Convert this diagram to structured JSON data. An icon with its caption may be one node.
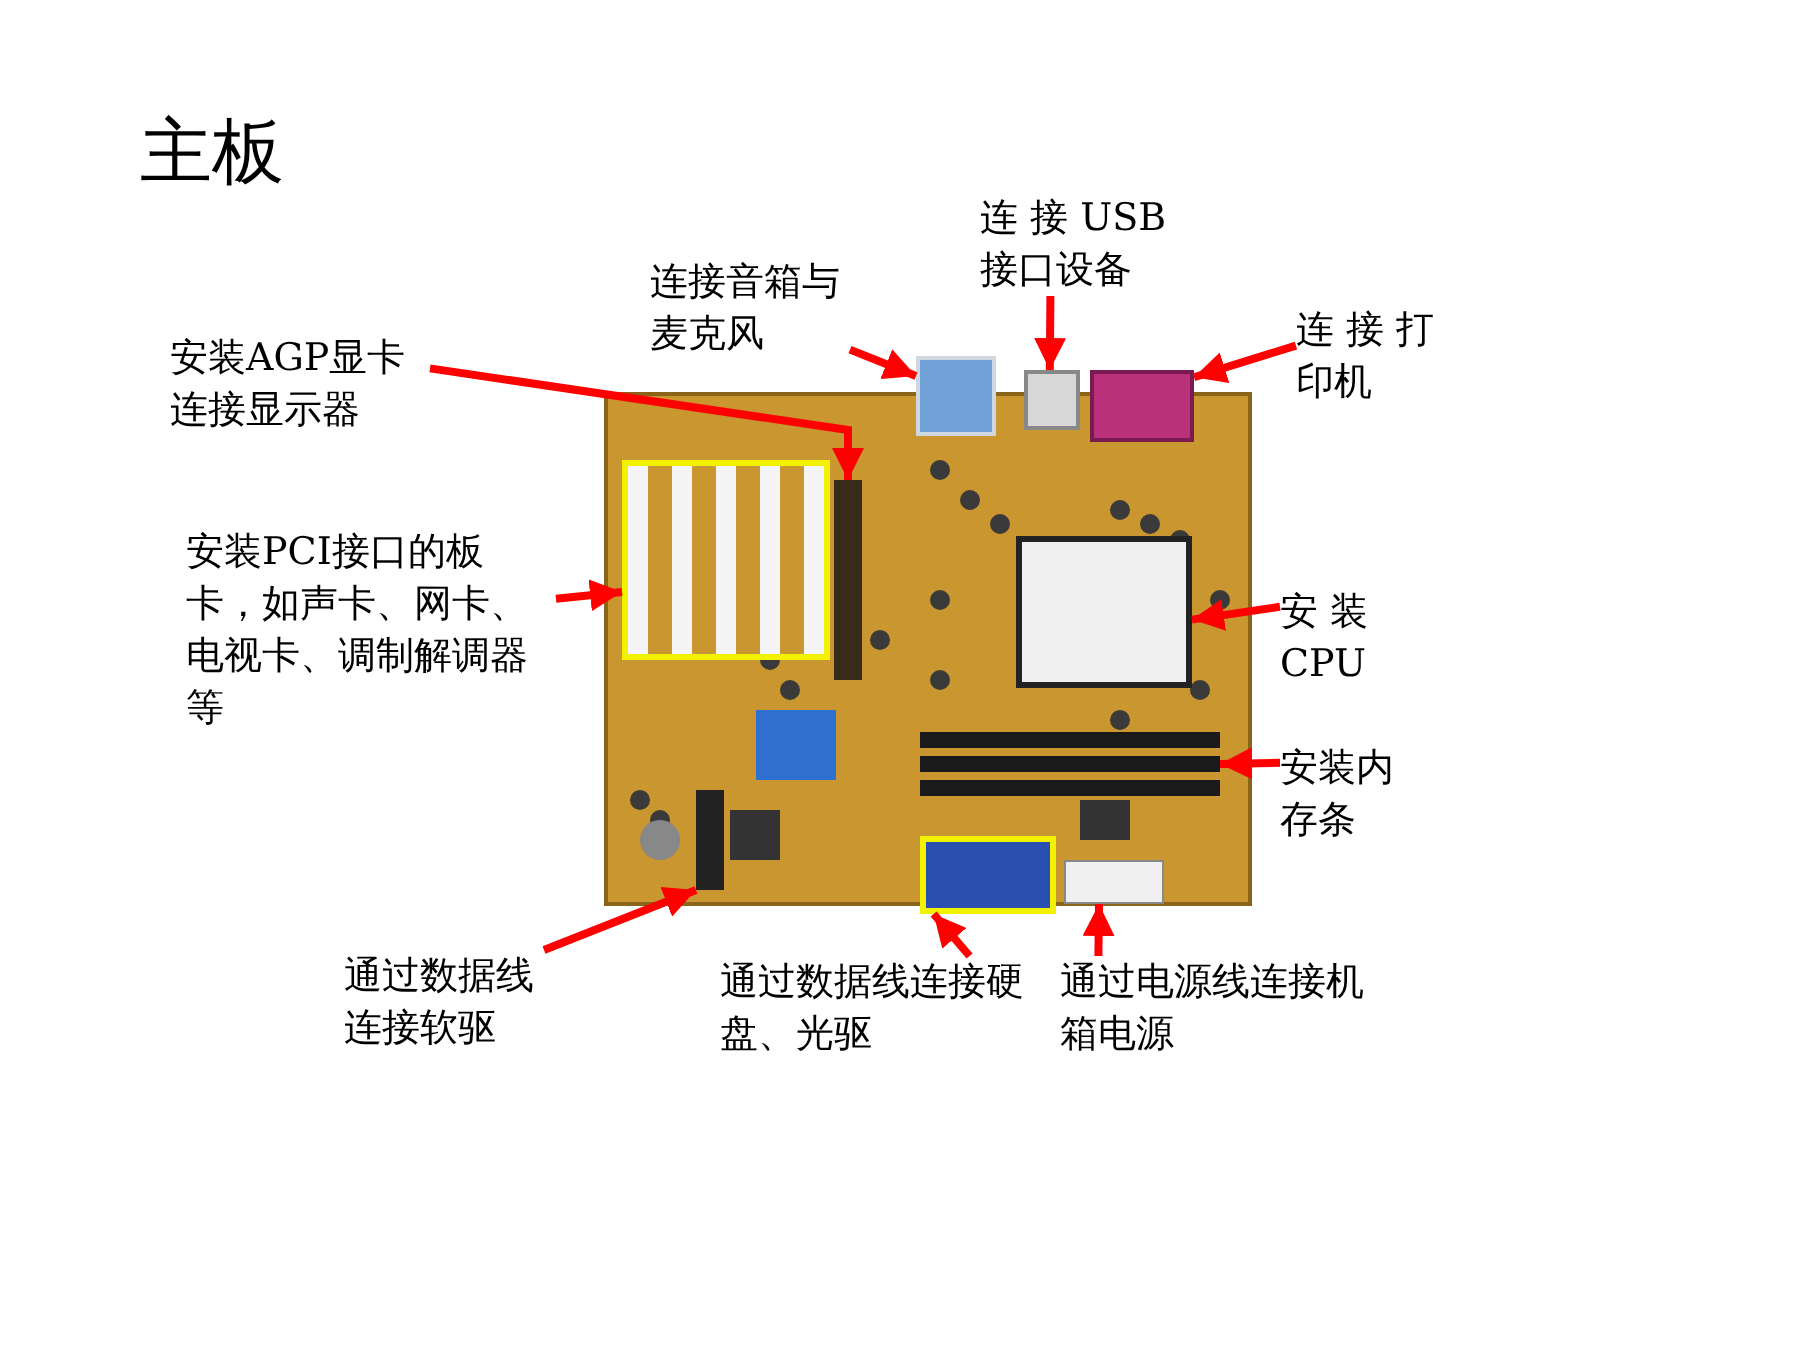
{
  "diagram": {
    "title": "主板",
    "nodes": [
      {
        "text": [
          "连接音箱与麦克风"
        ]
      },
      {
        "text": [],
        "shape": "box"
      },
      {
        "text": [
          "连 接 USB接口设备"
        ]
      },
      {
        "text": [],
        "shape": "box"
      },
      {
        "text": [
          "连 接 打印机"
        ]
      },
      {
        "text": [],
        "shape": "box"
      },
      {
        "text": [
          "安装AGP显卡连接显示器"
        ]
      },
      {
        "text": [],
        "shape": "box"
      },
      {
        "text": [
          "安装PCI接口的板卡，如声卡、网卡、电视卡、调制解调器等"
        ]
      },
      {
        "text": [],
        "shape": "box"
      },
      {
        "text": [
          "安 装CPU"
        ]
      },
      {
        "text": [],
        "shape": "box"
      },
      {
        "text": [
          "安装内存条"
        ]
      },
      {
        "text": [],
        "shape": "box"
      },
      {
        "text": [
          "通过数据线连接软驱"
        ]
      },
      {
        "text": [],
        "shape": "box"
      },
      {
        "text": [
          "通过数据线连接硬盘、光驱"
        ]
      },
      {
        "text": [],
        "shape": "box"
      },
      {
        "text": [
          "通过电源线连接机箱电源"
        ]
      },
      {
        "text": [],
        "shape": "box"
      }
    ],
    "edges": [
      {
        "from": 0,
        "to": 1,
        "arrow": "to"
      },
      {
        "from": 2,
        "to": 3,
        "arrow": "to"
      },
      {
        "from": 4,
        "to": 5,
        "arrow": "to"
      },
      {
        "from": 6,
        "to": 7,
        "arrow": "to"
      },
      {
        "from": 8,
        "to": 9,
        "arrow": "to"
      },
      {
        "from": 10,
        "to": 11,
        "arrow": "to"
      },
      {
        "from": 12,
        "to": 13,
        "arrow": "to"
      },
      {
        "from": 14,
        "to": 15,
        "arrow": "to"
      },
      {
        "from": 16,
        "to": 17,
        "arrow": "to"
      },
      {
        "from": 18,
        "to": 19,
        "arrow": "to"
      }
    ]
  }
}
